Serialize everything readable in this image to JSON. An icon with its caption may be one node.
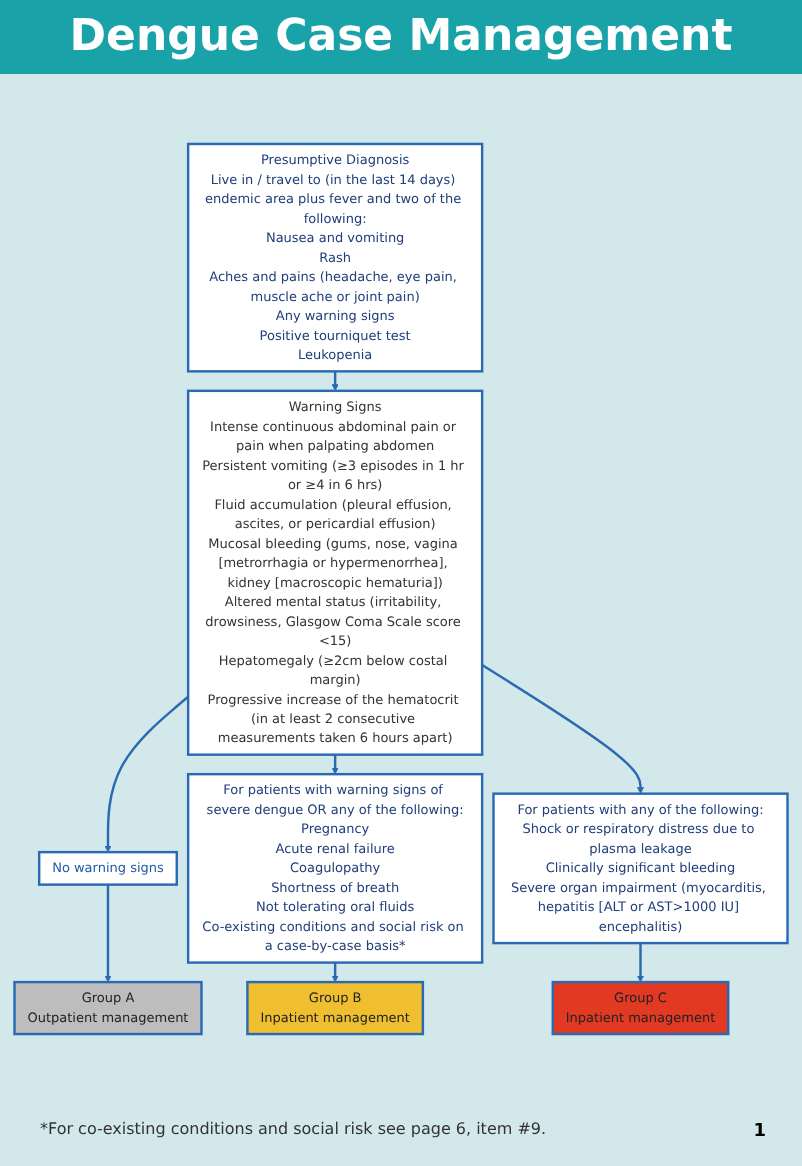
{
  "diagram": {
    "title": "Dengue Case Management",
    "caption": "*For co-existing conditions and social risk see page 6, item #9.",
    "nodes": [
      {
        "text": [
          "Presumptive Diagnosis",
          "Live in / travel to (in the last 14 days) endemic area plus fever and two of the following:",
          "Nausea and vomiting",
          "Rash",
          "Aches and pains (headache, eye pain, muscle ache or joint pain)",
          "Any warning signs",
          "Positive tourniquet test",
          "Leukopenia"
        ]
      },
      {
        "text": [
          "Warning Signs",
          "Intense continuous abdominal pain or pain when palpating abdomen",
          "Persistent vomiting (≥3 episodes in 1 hr or ≥4 in 6 hrs)",
          "Fluid accumulation (pleural effusion, ascites, or pericardial effusion)",
          "Mucosal bleeding (gums, nose, vagina [metrorrhagia or hypermenorrhea], kidney [macroscopic hematuria])",
          "Altered mental status (irritability, drowsiness, Glasgow Coma Scale score <15)",
          "Hepatomegaly (≥2cm below costal margin)",
          "Progressive increase of the hematocrit (in at least 2 consecutive measurements taken 6 hours apart)"
        ]
      },
      {
        "text": [
          "No warning signs"
        ]
      },
      {
        "text": [
          "For patients with warning signs of severe dengue OR any of the following:",
          "Pregnancy",
          "Acute renal failure",
          "Coagulopathy",
          "Shortness of breath",
          "Not tolerating oral fluids",
          "Co-existing conditions and social risk on a case-by-case basis*"
        ]
      },
      {
        "text": [
          "For patients with any of the following:",
          "Shock or respiratory distress due to plasma leakage",
          "Clinically significant bleeding",
          "Severe organ impairment (myocarditis, hepatitis [ALT or AST>1000 IU] encephalitis)"
        ]
      },
      {
        "text": [
          "Group A",
          "Outpatient management"
        ]
      },
      {
        "text": [
          "Group B",
          "Inpatient management"
        ]
      },
      {
        "text": [
          "Group C",
          "Inpatient management"
        ]
      }
    ],
    "edges": [
      {
        "from": 0,
        "to": 1,
        "arrow": "to"
      },
      {
        "from": 1,
        "to": 2,
        "arrow": "to"
      },
      {
        "from": 1,
        "to": 3,
        "arrow": "to"
      },
      {
        "from": 1,
        "to": 4,
        "arrow": "to"
      },
      {
        "from": 2,
        "to": 5,
        "arrow": "to"
      },
      {
        "from": 3,
        "to": 6,
        "arrow": "to"
      },
      {
        "from": 4,
        "to": 7,
        "arrow": "to"
      }
    ],
    "labels": [
      "1"
    ]
  }
}
